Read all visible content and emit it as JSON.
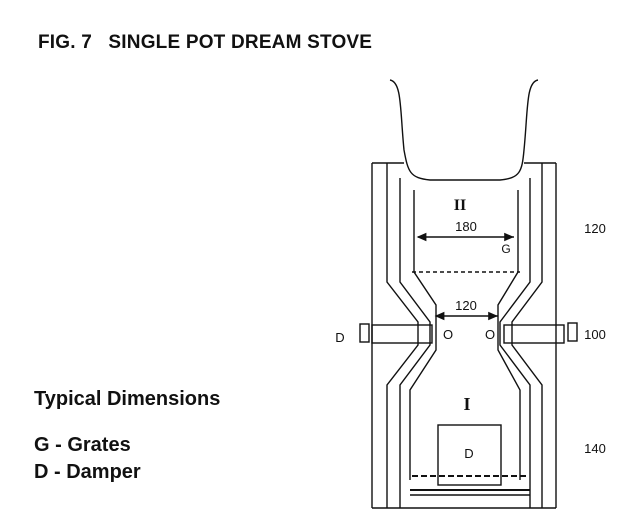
{
  "figure": {
    "title": "FIG. 7   SINGLE POT DREAM STOVE"
  },
  "legend": {
    "heading": "Typical Dimensions",
    "items": [
      {
        "label": "G - Grates"
      },
      {
        "label": "D - Damper"
      }
    ]
  },
  "diagram": {
    "upper_chamber_label": "II",
    "lower_chamber_label": "I",
    "upper_width": "180",
    "grate_label": "G",
    "throat_width": "120",
    "damper_left_label": "D",
    "damper_box_label": "D",
    "height_upper": "120",
    "height_middle": "100",
    "height_lower": "140",
    "hole_left": "O",
    "hole_right": "O"
  }
}
